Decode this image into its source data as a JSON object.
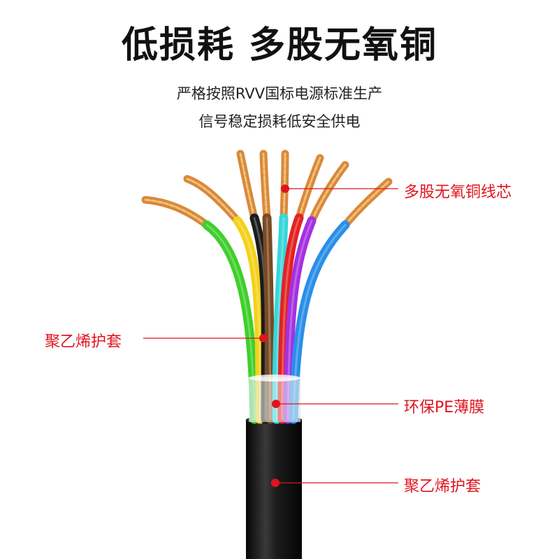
{
  "title": "低损耗 多股无氧铜",
  "subtitle_lines": [
    "严格按照RVV国标电源标准生产",
    "信号稳定损耗低安全供电"
  ],
  "callouts": [
    {
      "id": "core",
      "label": "多股无氧铜线芯"
    },
    {
      "id": "inner-jacket",
      "label": "聚乙烯护套"
    },
    {
      "id": "pe-film",
      "label": "环保PE薄膜"
    },
    {
      "id": "outer-jacket",
      "label": "聚乙烯护套"
    }
  ],
  "colors": {
    "accent": "#e0141e",
    "cable_sheath": "#1a1a1a",
    "wire_green": "#3fcf2a",
    "wire_yellow": "#f4d21a",
    "wire_black": "#1b1b1b",
    "wire_brown": "#7a4a22",
    "wire_cyan": "#36d6d9",
    "wire_red": "#e32222",
    "wire_purple": "#a530e0",
    "wire_blue": "#2a8fe8",
    "copper": "#d8893c"
  }
}
